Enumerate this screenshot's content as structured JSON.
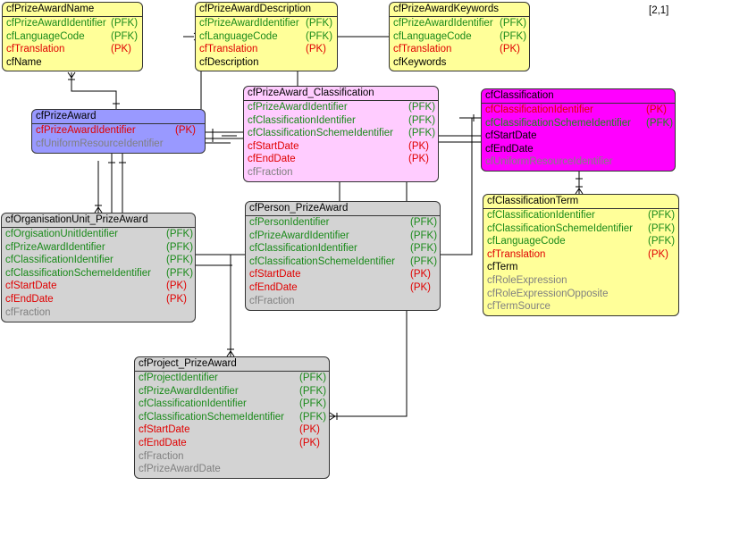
{
  "reference": "[2,1]",
  "colors": {
    "green": "#1a8a1a",
    "red": "#e00000",
    "grey": "#808080",
    "black": "#000000",
    "yellow": "#ffff99",
    "blue": "#9999ff",
    "pink": "#ffccff",
    "magenta": "#ff00ff",
    "lightgrey": "#d3d3d3"
  },
  "entities": [
    {
      "id": "prizeAwardName",
      "title": "cfPrizeAwardName",
      "fill": "yellow",
      "attrs": [
        {
          "name": "cfPrizeAwardIdentifier",
          "key": "(PFK)",
          "color": "green"
        },
        {
          "name": "cfLanguageCode",
          "key": "(PFK)",
          "color": "green"
        },
        {
          "name": "cfTranslation",
          "key": "(PK)",
          "color": "red"
        },
        {
          "name": "cfName",
          "key": "",
          "color": "black"
        }
      ]
    },
    {
      "id": "prizeAwardDescription",
      "title": "cfPrizeAwardDescription",
      "fill": "yellow",
      "attrs": [
        {
          "name": "cfPrizeAwardIdentifier",
          "key": "(PFK)",
          "color": "green"
        },
        {
          "name": "cfLanguageCode",
          "key": "(PFK)",
          "color": "green"
        },
        {
          "name": "cfTranslation",
          "key": "(PK)",
          "color": "red"
        },
        {
          "name": "cfDescription",
          "key": "",
          "color": "black"
        }
      ]
    },
    {
      "id": "prizeAwardKeywords",
      "title": "cfPrizeAwardKeywords",
      "fill": "yellow",
      "attrs": [
        {
          "name": "cfPrizeAwardIdentifier",
          "key": "(PFK)",
          "color": "green"
        },
        {
          "name": "cfLanguageCode",
          "key": "(PFK)",
          "color": "green"
        },
        {
          "name": "cfTranslation",
          "key": "(PK)",
          "color": "red"
        },
        {
          "name": "cfKeywords",
          "key": "",
          "color": "black"
        }
      ]
    },
    {
      "id": "prizeAward",
      "title": "cfPrizeAward",
      "fill": "blue",
      "attrs": [
        {
          "name": "cfPrizeAwardIdentifier",
          "key": "(PK)",
          "color": "red"
        },
        {
          "name": "cfUniformResourceIdentifier",
          "key": "",
          "color": "grey"
        }
      ]
    },
    {
      "id": "prizeAwardClassification",
      "title": "cfPrizeAward_Classification",
      "fill": "pink",
      "attrs": [
        {
          "name": "cfPrizeAwardIdentifier",
          "key": "(PFK)",
          "color": "green"
        },
        {
          "name": "cfClassificationIdentifier",
          "key": "(PFK)",
          "color": "green"
        },
        {
          "name": "cfClassificationSchemeIdentifier",
          "key": "(PFK)",
          "color": "green"
        },
        {
          "name": "cfStartDate",
          "key": "(PK)",
          "color": "red"
        },
        {
          "name": "cfEndDate",
          "key": "(PK)",
          "color": "red"
        },
        {
          "name": "cfFraction",
          "key": "",
          "color": "grey"
        }
      ]
    },
    {
      "id": "classification",
      "title": "cfClassification",
      "fill": "magenta",
      "attrs": [
        {
          "name": "cfClassificationIdentifier",
          "key": "(PK)",
          "color": "red"
        },
        {
          "name": "cfClassificationSchemeIdentifier",
          "key": "(PFK)",
          "color": "green"
        },
        {
          "name": "cfStartDate",
          "key": "",
          "color": "black"
        },
        {
          "name": "cfEndDate",
          "key": "",
          "color": "black"
        },
        {
          "name": "cfUniformResourceIdentifier",
          "key": "",
          "color": "grey"
        }
      ]
    },
    {
      "id": "classificationTerm",
      "title": "cfClassificationTerm",
      "fill": "yellow",
      "attrs": [
        {
          "name": "cfClassificationIdentifier",
          "key": "(PFK)",
          "color": "green"
        },
        {
          "name": "cfClassificationSchemeIdentifier",
          "key": "(PFK)",
          "color": "green"
        },
        {
          "name": "cfLanguageCode",
          "key": "(PFK)",
          "color": "green"
        },
        {
          "name": "cfTranslation",
          "key": "(PK)",
          "color": "red"
        },
        {
          "name": "cfTerm",
          "key": "",
          "color": "black"
        },
        {
          "name": "cfRoleExpression",
          "key": "",
          "color": "grey"
        },
        {
          "name": "cfRoleExpressionOpposite",
          "key": "",
          "color": "grey"
        },
        {
          "name": "cfTermSource",
          "key": "",
          "color": "grey"
        }
      ]
    },
    {
      "id": "orgUnitPrizeAward",
      "title": "cfOrganisationUnit_PrizeAward",
      "fill": "lightgrey",
      "attrs": [
        {
          "name": "cfOrgisationUnitIdentifier",
          "key": "(PFK)",
          "color": "green"
        },
        {
          "name": "cfPrizeAwardIdentifier",
          "key": "(PFK)",
          "color": "green"
        },
        {
          "name": "cfClassificationIdentifier",
          "key": "(PFK)",
          "color": "green"
        },
        {
          "name": "cfClassificationSchemeIdentifier",
          "key": "(PFK)",
          "color": "green"
        },
        {
          "name": "cfStartDate",
          "key": "(PK)",
          "color": "red"
        },
        {
          "name": "cfEndDate",
          "key": "(PK)",
          "color": "red"
        },
        {
          "name": "cfFraction",
          "key": "",
          "color": "grey"
        }
      ]
    },
    {
      "id": "personPrizeAward",
      "title": "cfPerson_PrizeAward",
      "fill": "lightgrey",
      "attrs": [
        {
          "name": "cfPersonIdentifier",
          "key": "(PFK)",
          "color": "green"
        },
        {
          "name": "cfPrizeAwardIdentifier",
          "key": "(PFK)",
          "color": "green"
        },
        {
          "name": "cfClassificationIdentifier",
          "key": "(PFK)",
          "color": "green"
        },
        {
          "name": "cfClassificationSchemeIdentifier",
          "key": "(PFK)",
          "color": "green"
        },
        {
          "name": "cfStartDate",
          "key": "(PK)",
          "color": "red"
        },
        {
          "name": "cfEndDate",
          "key": "(PK)",
          "color": "red"
        },
        {
          "name": "cfFraction",
          "key": "",
          "color": "grey"
        }
      ]
    },
    {
      "id": "projectPrizeAward",
      "title": "cfProject_PrizeAward",
      "fill": "lightgrey",
      "attrs": [
        {
          "name": "cfProjectIdentifier",
          "key": "(PFK)",
          "color": "green"
        },
        {
          "name": "cfPrizeAwardIdentifier",
          "key": "(PFK)",
          "color": "green"
        },
        {
          "name": "cfClassificationIdentifier",
          "key": "(PFK)",
          "color": "green"
        },
        {
          "name": "cfClassificationSchemeIdentifier",
          "key": "(PFK)",
          "color": "green"
        },
        {
          "name": "cfStartDate",
          "key": "(PK)",
          "color": "red"
        },
        {
          "name": "cfEndDate",
          "key": "(PK)",
          "color": "red"
        },
        {
          "name": "cfFraction",
          "key": "",
          "color": "grey"
        },
        {
          "name": "cfPrizeAwardDate",
          "key": "",
          "color": "grey"
        }
      ]
    }
  ]
}
